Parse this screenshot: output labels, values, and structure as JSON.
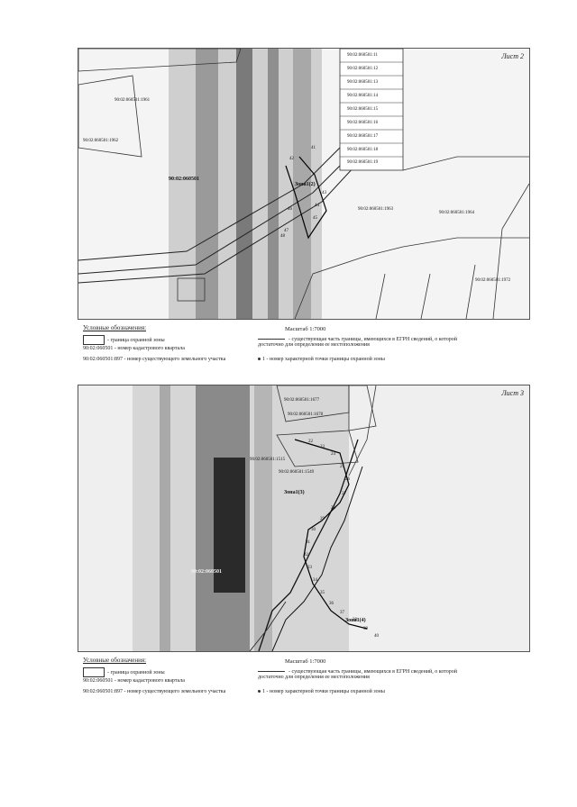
{
  "sheets": [
    {
      "label": "Лист 2",
      "scale": "Масштаб 1:7000",
      "zone_label": "Зона1(2)",
      "block_label": "90:02:060501",
      "parcels": [
        "90:02:060501:11",
        "90:02:060501:12",
        "90:02:060501:13",
        "90:02:060501:14",
        "90:02:060501:15",
        "90:02:060501:16",
        "90:02:060501:17",
        "90:02:060501:18",
        "90:02:060501:19"
      ],
      "other_labels": [
        "90:02:060501:1961",
        "90:02:060501:1962",
        "90:02:060501:1963",
        "90:02:060501:1964",
        "90:02:060501:1972"
      ],
      "points": [
        "41",
        "42",
        "43",
        "44",
        "45",
        "46",
        "47",
        "48"
      ]
    },
    {
      "label": "Лист 3",
      "scale": "Масштаб 1:7000",
      "zone_labels": [
        "Зона1(3)",
        "Зона1(4)"
      ],
      "block_label": "90:02:060501",
      "parcels": [
        "90:02:060501:1677",
        "90:02:060501:1678",
        "90:02:060501:1515",
        "90:02:060501:1549"
      ],
      "points": [
        "22",
        "23",
        "24",
        "25",
        "26",
        "27",
        "28",
        "29",
        "30",
        "31",
        "32",
        "33",
        "34",
        "35",
        "36",
        "37",
        "38",
        "39",
        "40"
      ]
    }
  ],
  "legend": {
    "title": "Условные обозначения:",
    "zone_boundary": "- граница охранной зоны",
    "block_number_sample": "90:02:060501",
    "block_number_text": "- номер кадастрового квартала",
    "parcel_number_sample": "90:02:060501:897",
    "parcel_number_text": "- номер существующего земельного участка",
    "egrn_line_text": "- существующая часть границы, имеющихся в ЕГРН сведений, о которой достаточно для определения ее местоположения",
    "point_sample": "1",
    "point_text": "- номер характерной точки границы охранной зоны"
  }
}
